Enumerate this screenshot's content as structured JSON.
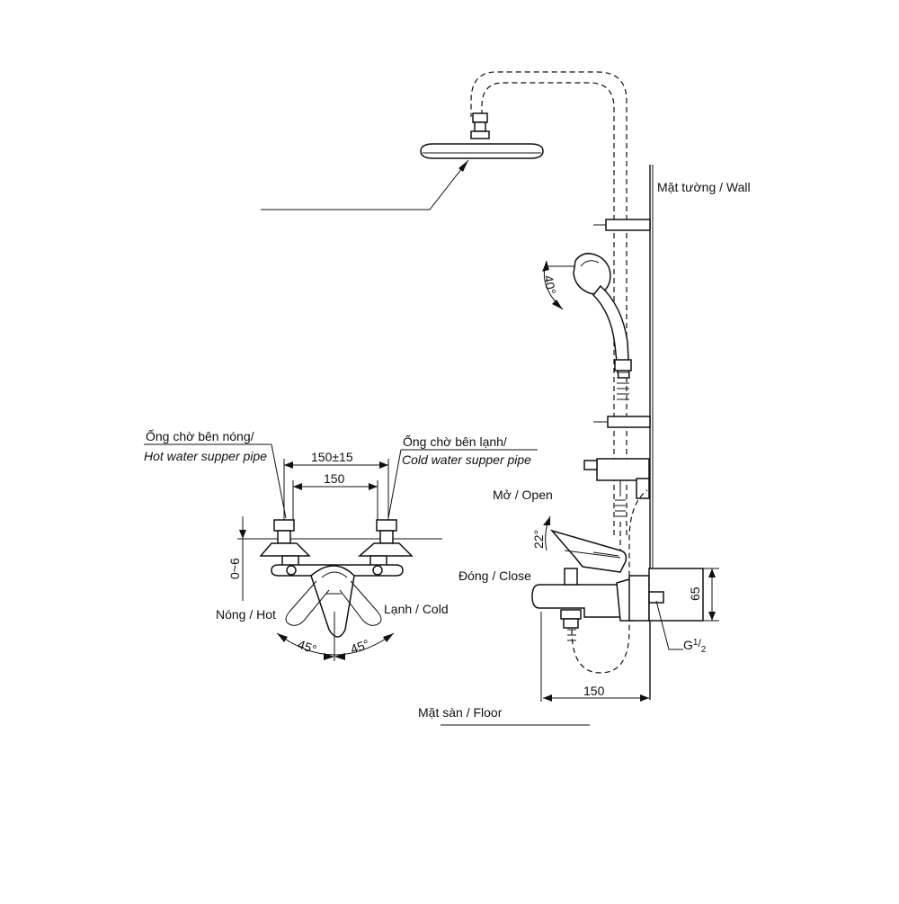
{
  "labels": {
    "wall": "Mặt tường / Wall",
    "floor": "Mặt sàn / Floor",
    "hot_pipe_vi": "Ống chờ bên nóng/",
    "hot_pipe_en": "Hot water supper pipe",
    "cold_pipe_vi": "Ống chờ bên lạnh/",
    "cold_pipe_en": "Cold water supper pipe",
    "open": "Mở / Open",
    "close": "Đóng / Close",
    "hot": "Nóng / Hot",
    "cold": "Lạnh / Cold"
  },
  "dimensions": {
    "spacing_tolerance": "150±15",
    "spacing": "150",
    "offset": "0~6",
    "angle_left": "45°",
    "angle_right": "45°",
    "handle_angle": "22°",
    "handshower_angle": "40°",
    "height": "65",
    "thread_prefix": "G",
    "thread_num": "1",
    "thread_den": "2",
    "wall_distance": "150"
  }
}
